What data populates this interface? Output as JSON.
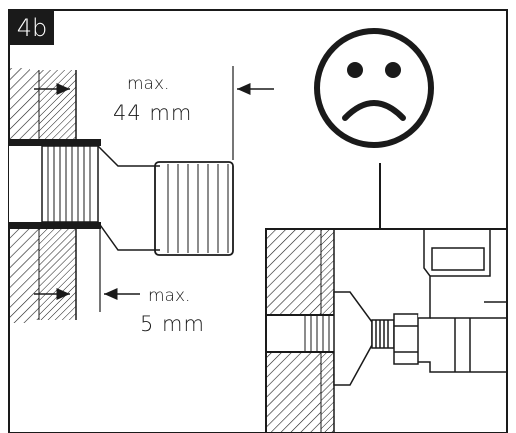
{
  "figure": {
    "step_label": "4b",
    "max_length_label": "max.",
    "max_length_value": "44 mm",
    "max_protrusion_label": "max.",
    "max_protrusion_value": "5 mm",
    "status_face_icon": "sad-face-icon",
    "colors": {
      "ink": "#1a1a1a",
      "background": "#ffffff"
    }
  }
}
